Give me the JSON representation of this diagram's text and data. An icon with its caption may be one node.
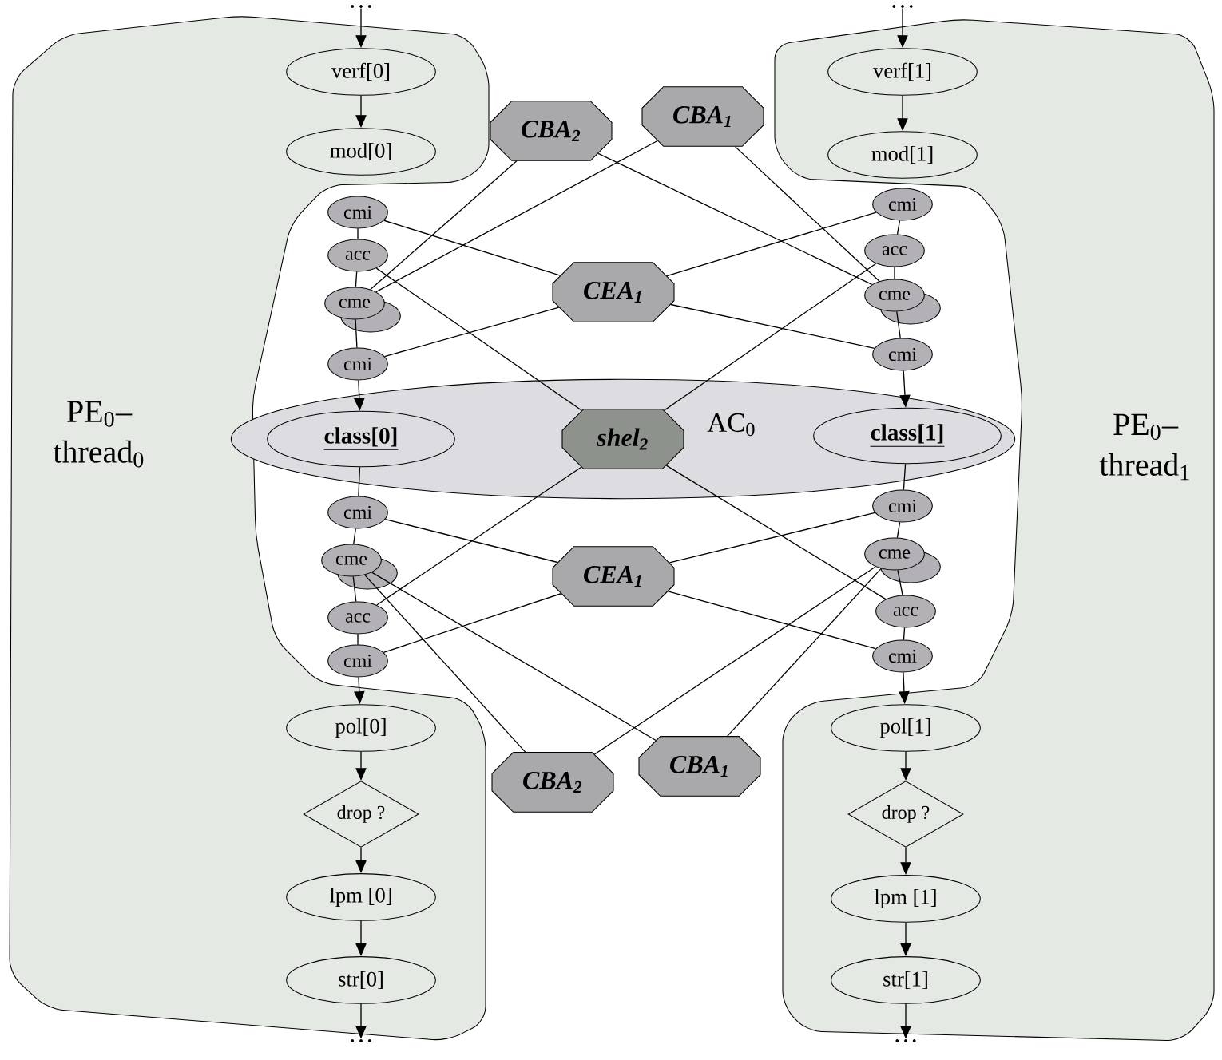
{
  "diagram": {
    "nodes": [
      {
        "text": [
          "PE$_{0}$– thread$_{0}$"
        ]
      },
      {
        "text": [
          "PE$_{0}$– thread$_{1}$"
        ]
      },
      {
        "text": [
          "AC$_{0}$"
        ]
      },
      {
        "text": [
          "…"
        ]
      },
      {
        "text": [
          "verf[0]"
        ],
        "in": 0
      },
      {
        "text": [
          "mod[0]"
        ],
        "in": 0
      },
      {
        "text": [
          "cmi"
        ]
      },
      {
        "text": [
          "acc"
        ]
      },
      {
        "text": [
          "cme"
        ]
      },
      {
        "text": [
          "cmi"
        ]
      },
      {
        "text": [
          "class[0]"
        ],
        "in": 2
      },
      {
        "text": [
          "cmi"
        ]
      },
      {
        "text": [
          "cme"
        ]
      },
      {
        "text": [
          "acc"
        ]
      },
      {
        "text": [
          "cmi"
        ]
      },
      {
        "text": [
          "pol[0]"
        ],
        "in": 0
      },
      {
        "text": [
          "drop ?"
        ],
        "in": 0
      },
      {
        "text": [
          "lpm [0]"
        ],
        "in": 0
      },
      {
        "text": [
          "str[0]"
        ],
        "in": 0
      },
      {
        "text": [
          "…"
        ]
      },
      {
        "text": [
          "verf[1]"
        ],
        "in": 1
      },
      {
        "text": [
          "mod[1]"
        ],
        "in": 1
      },
      {
        "text": [
          "cmi"
        ]
      },
      {
        "text": [
          "acc"
        ]
      },
      {
        "text": [
          "cme"
        ]
      },
      {
        "text": [
          "cmi"
        ]
      },
      {
        "text": [
          "class[1]"
        ],
        "in": 2
      },
      {
        "text": [
          "cmi"
        ]
      },
      {
        "text": [
          "cme"
        ]
      },
      {
        "text": [
          "acc"
        ]
      },
      {
        "text": [
          "cmi"
        ]
      },
      {
        "text": [
          "pol[1]"
        ],
        "in": 1
      },
      {
        "text": [
          "drop ?"
        ],
        "in": 1
      },
      {
        "text": [
          "lpm [1]"
        ],
        "in": 1
      },
      {
        "text": [
          "str[1]"
        ],
        "in": 1
      },
      {
        "text": [
          "CBA$_{2}$"
        ]
      },
      {
        "text": [
          "CBA$_{1}$"
        ]
      },
      {
        "text": [
          "CEA$_{1}$"
        ]
      },
      {
        "text": [
          "shel$_{2}$"
        ],
        "in": 2
      },
      {
        "text": [
          "CEA$_{1}$"
        ]
      },
      {
        "text": [
          "CBA$_{2}$"
        ]
      },
      {
        "text": [
          "CBA$_{1}$"
        ]
      },
      {
        "text": [
          "…"
        ]
      },
      {
        "text": [
          "…"
        ]
      }
    ],
    "edges": [
      {
        "from": 3,
        "to": 4,
        "arrow": "to"
      },
      {
        "from": 4,
        "to": 5,
        "arrow": "to"
      },
      {
        "from": 6,
        "to": 7,
        "arrow": "none"
      },
      {
        "from": 7,
        "to": 8,
        "arrow": "none"
      },
      {
        "from": 8,
        "to": 9,
        "arrow": "none"
      },
      {
        "from": 9,
        "to": 10,
        "arrow": "to"
      },
      {
        "from": 10,
        "to": 11,
        "arrow": "none"
      },
      {
        "from": 11,
        "to": 12,
        "arrow": "none"
      },
      {
        "from": 12,
        "to": 13,
        "arrow": "none"
      },
      {
        "from": 13,
        "to": 14,
        "arrow": "none"
      },
      {
        "from": 14,
        "to": 15,
        "arrow": "to"
      },
      {
        "from": 15,
        "to": 16,
        "arrow": "to"
      },
      {
        "from": 16,
        "to": 17,
        "arrow": "to"
      },
      {
        "from": 17,
        "to": 18,
        "arrow": "to"
      },
      {
        "from": 18,
        "to": 42,
        "arrow": "to"
      },
      {
        "from": 19,
        "to": 20,
        "arrow": "to"
      },
      {
        "from": 20,
        "to": 21,
        "arrow": "to"
      },
      {
        "from": 22,
        "to": 23,
        "arrow": "none"
      },
      {
        "from": 23,
        "to": 24,
        "arrow": "none"
      },
      {
        "from": 24,
        "to": 25,
        "arrow": "none"
      },
      {
        "from": 25,
        "to": 26,
        "arrow": "to"
      },
      {
        "from": 26,
        "to": 27,
        "arrow": "none"
      },
      {
        "from": 27,
        "to": 28,
        "arrow": "none"
      },
      {
        "from": 28,
        "to": 29,
        "arrow": "none"
      },
      {
        "from": 29,
        "to": 30,
        "arrow": "none"
      },
      {
        "from": 30,
        "to": 31,
        "arrow": "to"
      },
      {
        "from": 31,
        "to": 32,
        "arrow": "to"
      },
      {
        "from": 32,
        "to": 33,
        "arrow": "to"
      },
      {
        "from": 33,
        "to": 34,
        "arrow": "to"
      },
      {
        "from": 34,
        "to": 43,
        "arrow": "to"
      },
      {
        "from": 35,
        "to": 8,
        "arrow": "none"
      },
      {
        "from": 35,
        "to": 24,
        "arrow": "none"
      },
      {
        "from": 36,
        "to": 8,
        "arrow": "none"
      },
      {
        "from": 36,
        "to": 24,
        "arrow": "none"
      },
      {
        "from": 6,
        "to": 37,
        "arrow": "none"
      },
      {
        "from": 22,
        "to": 37,
        "arrow": "none"
      },
      {
        "from": 37,
        "to": 9,
        "arrow": "none"
      },
      {
        "from": 37,
        "to": 25,
        "arrow": "none"
      },
      {
        "from": 7,
        "to": 38,
        "arrow": "none"
      },
      {
        "from": 23,
        "to": 38,
        "arrow": "none"
      },
      {
        "from": 38,
        "to": 13,
        "arrow": "none"
      },
      {
        "from": 38,
        "to": 29,
        "arrow": "none"
      },
      {
        "from": 11,
        "to": 39,
        "arrow": "none"
      },
      {
        "from": 27,
        "to": 39,
        "arrow": "none"
      },
      {
        "from": 39,
        "to": 14,
        "arrow": "none"
      },
      {
        "from": 39,
        "to": 30,
        "arrow": "none"
      },
      {
        "from": 12,
        "to": 40,
        "arrow": "none"
      },
      {
        "from": 12,
        "to": 41,
        "arrow": "none"
      },
      {
        "from": 40,
        "to": 28,
        "arrow": "none"
      },
      {
        "from": 41,
        "to": 28,
        "arrow": "none"
      }
    ]
  }
}
